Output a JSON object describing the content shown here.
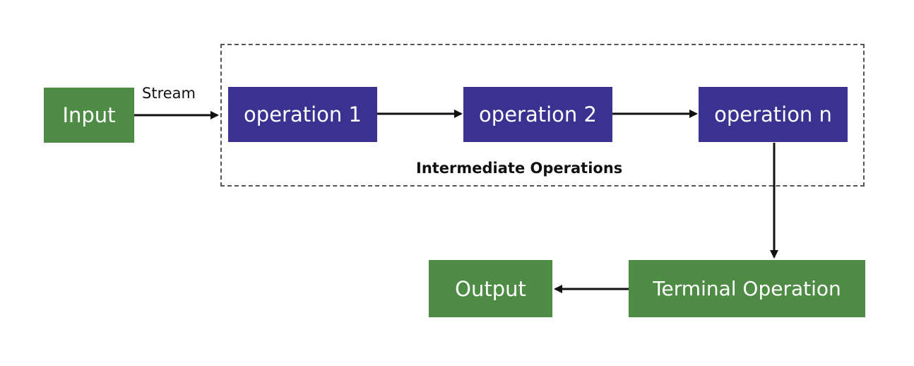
{
  "diagram": {
    "nodes": {
      "input": "Input",
      "operation_1": "operation 1",
      "operation_2": "operation 2",
      "operation_n": "operation n",
      "terminal_operation": "Terminal Operation",
      "output": "Output"
    },
    "edge_labels": {
      "stream": "Stream"
    },
    "group_label": "Intermediate Operations",
    "colors": {
      "source_sink_nodes": "#4e8c45",
      "operation_nodes": "#3a3191",
      "arrows": "#111111",
      "group_border": "#555555"
    },
    "edges": [
      [
        "input",
        "operation_1"
      ],
      [
        "operation_1",
        "operation_2"
      ],
      [
        "operation_2",
        "operation_n"
      ],
      [
        "operation_n",
        "terminal_operation"
      ],
      [
        "terminal_operation",
        "output"
      ]
    ]
  }
}
